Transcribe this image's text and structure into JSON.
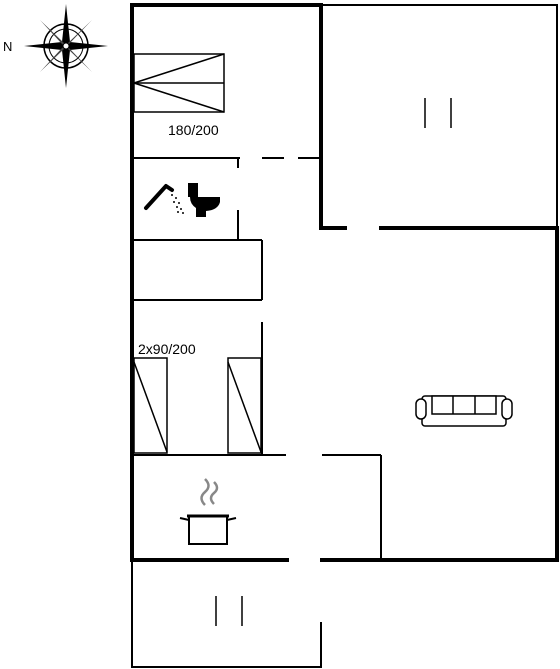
{
  "compass": {
    "north_label": "N",
    "icon": "compass-rose-icon"
  },
  "rooms": {
    "bedroom_1": {
      "bed_label": "180/200",
      "bed_icon": "double-bed-icon"
    },
    "bathroom": {
      "icons": [
        "shower-icon",
        "toilet-icon"
      ]
    },
    "bedroom_2": {
      "bed_label": "2x90/200",
      "bed_icon": "single-bed-icon"
    },
    "living_room": {
      "icon": "sofa-icon"
    },
    "kitchen": {
      "icon": "cooking-pot-icon"
    },
    "terrace_east": {
      "icon": "terrace-marker-icon"
    },
    "terrace_south": {
      "icon": "terrace-marker-icon"
    }
  },
  "colors": {
    "wall": "#000000",
    "background": "#ffffff"
  }
}
